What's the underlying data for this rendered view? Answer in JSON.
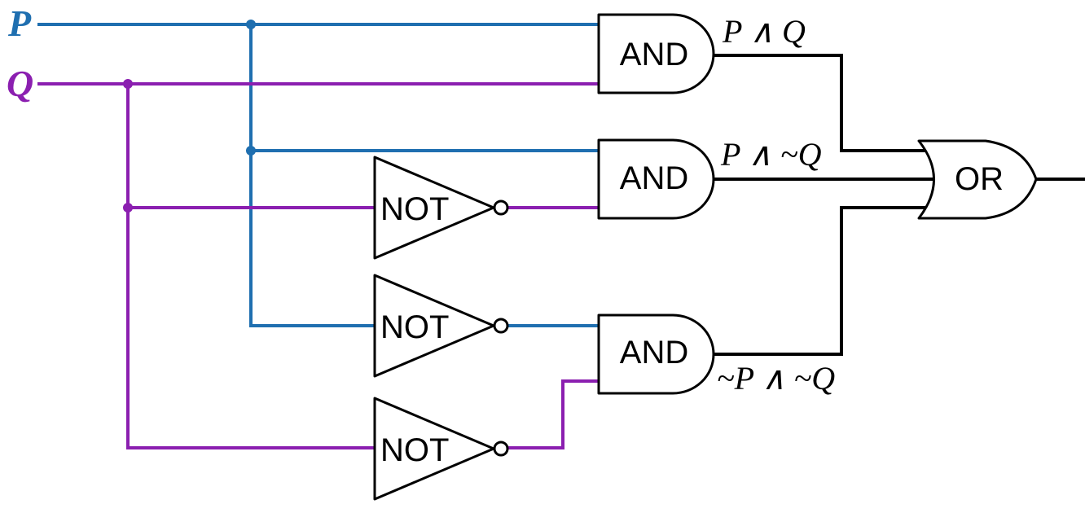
{
  "inputs": {
    "p_label": "P",
    "q_label": "Q"
  },
  "colors": {
    "p_wire": "#1f6fb0",
    "q_wire": "#8b1fb0",
    "output_wire": "#000000"
  },
  "gates": {
    "and_top": "AND",
    "and_mid": "AND",
    "and_bot": "AND",
    "not_q": "NOT",
    "not_p": "NOT",
    "not_q2": "NOT",
    "or_gate": "OR"
  },
  "expressions": {
    "top": "P ∧ Q",
    "mid": "P ∧ ~Q",
    "bot": "~P ∧ ~Q"
  }
}
